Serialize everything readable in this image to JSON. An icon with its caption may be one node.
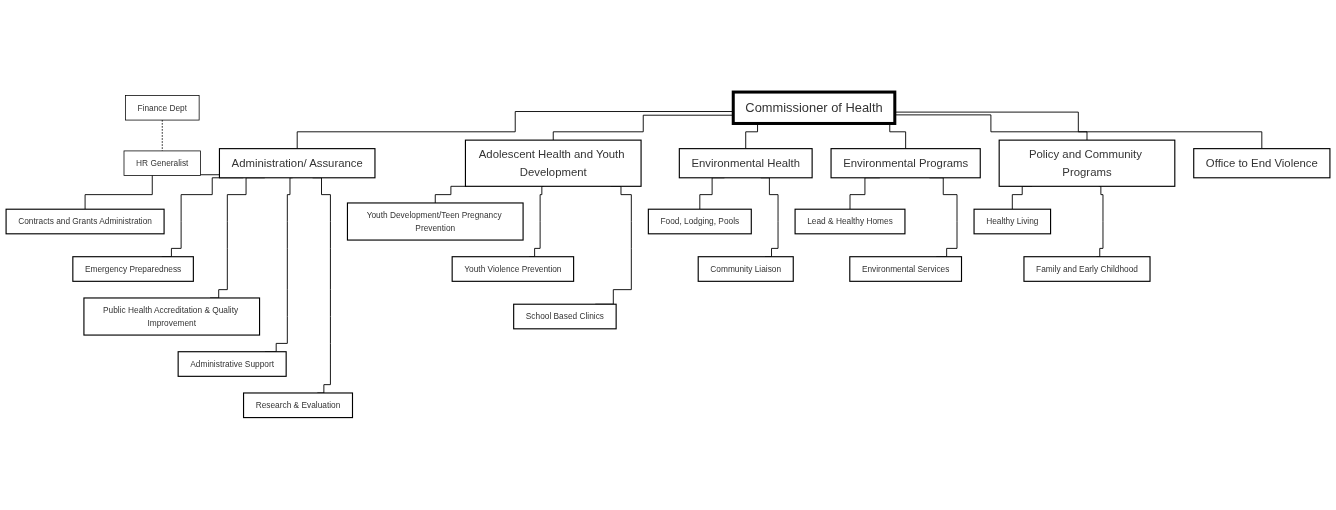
{
  "diagram": {
    "nodes": [
      {
        "text": [
          "Commissioner of Health"
        ]
      },
      {
        "text": [
          "Finance Dept"
        ]
      },
      {
        "text": [
          "HR Generalist"
        ]
      },
      {
        "text": [
          "Administration/ Assurance"
        ]
      },
      {
        "text": [
          "Adolescent Health and Youth Development"
        ]
      },
      {
        "text": [
          "Environmental Health"
        ]
      },
      {
        "text": [
          "Environmental Programs"
        ]
      },
      {
        "text": [
          "Policy and Community Programs"
        ]
      },
      {
        "text": [
          "Office to End Violence"
        ]
      },
      {
        "text": [
          "Contracts and Grants Administration"
        ]
      },
      {
        "text": [
          "Emergency Preparedness"
        ]
      },
      {
        "text": [
          "Public Health Accreditation & Quality Improvement"
        ]
      },
      {
        "text": [
          "Administrative Support"
        ]
      },
      {
        "text": [
          "Research & Evaluation"
        ]
      },
      {
        "text": [
          "Youth Development/Teen Pregnancy Prevention"
        ]
      },
      {
        "text": [
          "Youth Violence Prevention"
        ]
      },
      {
        "text": [
          "School Based Clinics"
        ]
      },
      {
        "text": [
          "Food, Lodging, Pools"
        ]
      },
      {
        "text": [
          "Community Liaison"
        ]
      },
      {
        "text": [
          "Lead & Healthy Homes"
        ]
      },
      {
        "text": [
          "Environmental Services"
        ]
      },
      {
        "text": [
          "Healthy Living"
        ]
      },
      {
        "text": [
          "Family and Early Childhood"
        ]
      }
    ],
    "edges": [
      {
        "from": 1,
        "to": 2,
        "arrow": "none",
        "style": "dashed"
      },
      {
        "from": 0,
        "to": 3,
        "arrow": "none"
      },
      {
        "from": 0,
        "to": 4,
        "arrow": "none"
      },
      {
        "from": 0,
        "to": 5,
        "arrow": "none"
      },
      {
        "from": 0,
        "to": 6,
        "arrow": "none"
      },
      {
        "from": 0,
        "to": 7,
        "arrow": "none"
      },
      {
        "from": 0,
        "to": 8,
        "arrow": "none"
      },
      {
        "from": 3,
        "to": 9,
        "arrow": "none"
      },
      {
        "from": 3,
        "to": 10,
        "arrow": "none"
      },
      {
        "from": 3,
        "to": 11,
        "arrow": "none"
      },
      {
        "from": 3,
        "to": 12,
        "arrow": "none"
      },
      {
        "from": 3,
        "to": 13,
        "arrow": "none"
      },
      {
        "from": 4,
        "to": 14,
        "arrow": "none"
      },
      {
        "from": 4,
        "to": 15,
        "arrow": "none"
      },
      {
        "from": 4,
        "to": 16,
        "arrow": "none"
      },
      {
        "from": 5,
        "to": 17,
        "arrow": "none"
      },
      {
        "from": 5,
        "to": 18,
        "arrow": "none"
      },
      {
        "from": 6,
        "to": 19,
        "arrow": "none"
      },
      {
        "from": 6,
        "to": 20,
        "arrow": "none"
      },
      {
        "from": 7,
        "to": 21,
        "arrow": "none"
      },
      {
        "from": 7,
        "to": 22,
        "arrow": "none"
      }
    ]
  }
}
